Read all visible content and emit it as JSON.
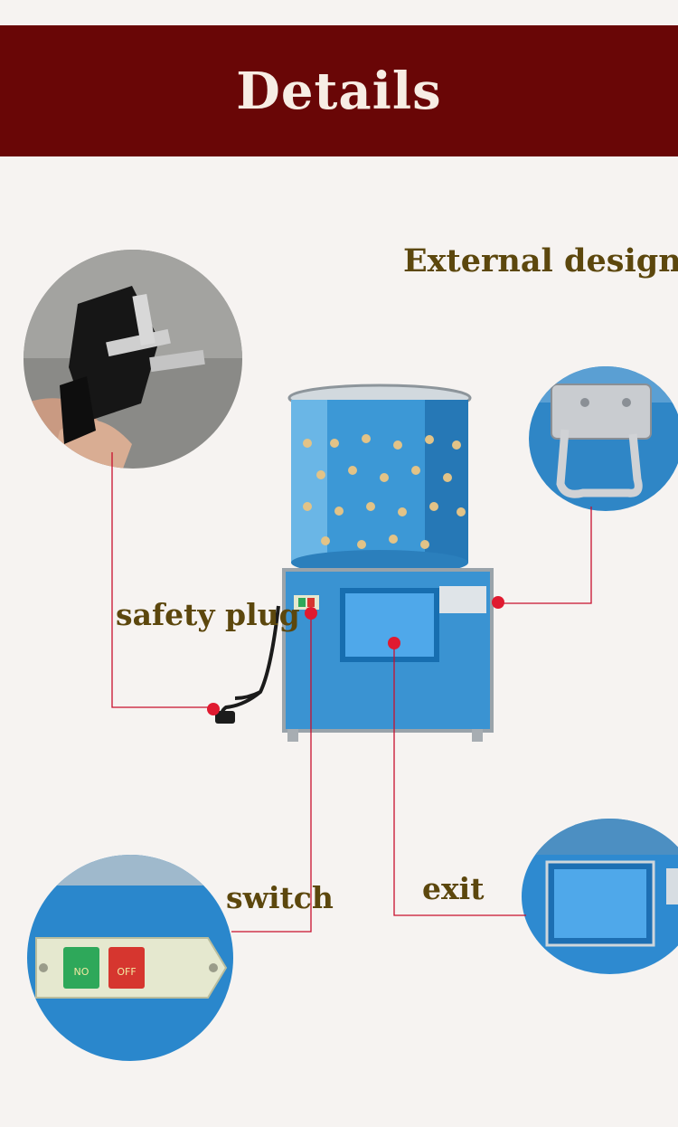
{
  "banner": {
    "title": "Details"
  },
  "section": {
    "subtitle": "External design"
  },
  "callouts": {
    "plug": "safety plug",
    "switch": "switch",
    "exit": "exit",
    "switch_buttons": [
      "NO",
      "OFF"
    ]
  },
  "colors": {
    "banner": "#690606",
    "label": "#5c470d",
    "pointer": "#d8122b",
    "machine_blue": "#2f8fd2"
  }
}
